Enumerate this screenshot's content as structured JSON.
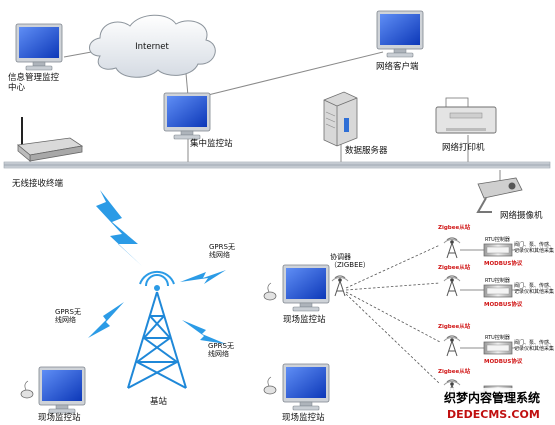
{
  "colors": {
    "line": "#8a8a8a",
    "bus": "#b9c0c9",
    "bolt": "#2b9be6",
    "screen": "#1f55d8",
    "accent_red": "#d01515"
  },
  "nodes": {
    "info_center": "信息管理监控\n中心",
    "internet": "Internet",
    "network_client": "网络客户端",
    "central_station": "集中监控站",
    "data_server": "数据服务器",
    "network_printer": "网络打印机",
    "wireless_terminal": "无线接收终端",
    "network_camera": "网络摄像机",
    "base_station": "基站",
    "coordinator": "协调器\n（ZIGBEE）",
    "site_station_center": "现场监控站",
    "site_station_left": "现场监控站",
    "site_station_bottom": "现场监控站"
  },
  "links": {
    "gprs_top": "GPRS无\n线网络",
    "gprs_left": "GPRS无\n线网络",
    "gprs_bottom": "GPRS无\n线网络"
  },
  "zigbee": {
    "slave_label": "Zigbee从站",
    "rtu_label": "RTU控制器",
    "modbus_label": "MODBUS协议",
    "device_text": "阀门、泵、传感、\n记录仪和其他采集",
    "slaves": [
      {
        "has_label": true
      },
      {
        "has_label": true
      },
      {
        "has_label": true
      },
      {
        "has_label": true
      }
    ]
  },
  "watermark": {
    "line1": "织梦内容管理系统",
    "line2": "DEDECMS.COM"
  }
}
